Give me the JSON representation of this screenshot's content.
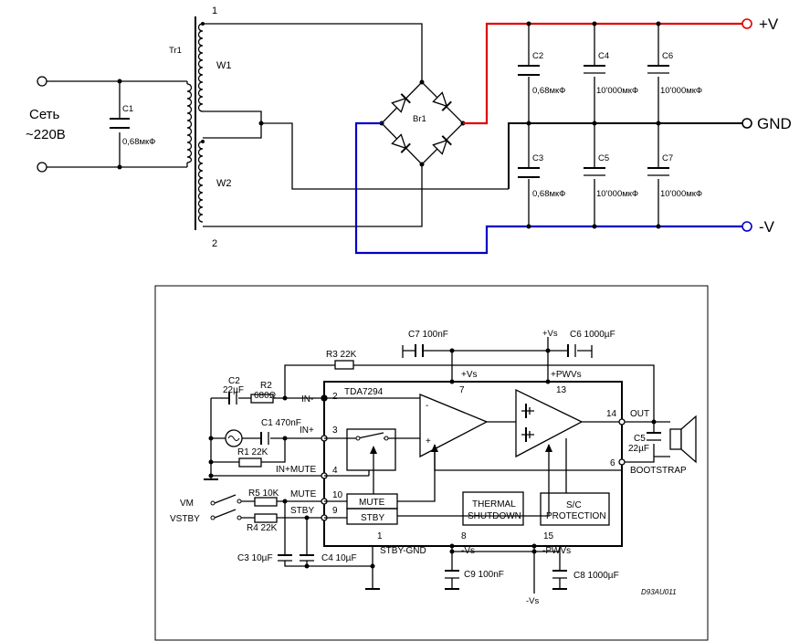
{
  "colors": {
    "wire": "#000000",
    "positive_rail": "#e00000",
    "negative_rail": "#0000c8",
    "terminal": "#e00000",
    "background": "#ffffff"
  },
  "psu": {
    "mains_label": "Сеть",
    "mains_voltage": "~220В",
    "c1": {
      "name": "C1",
      "value": "0,68мкФ"
    },
    "transformer": {
      "name": "Tr1",
      "pin1": "1",
      "pin2": "2",
      "w1": "W1",
      "w2": "W2"
    },
    "bridge": "Br1",
    "caps": [
      {
        "name": "C2",
        "value": "0,68мкФ"
      },
      {
        "name": "C3",
        "value": "0,68мкФ"
      },
      {
        "name": "C4",
        "value": "10'000мкФ"
      },
      {
        "name": "C5",
        "value": "10'000мкФ"
      },
      {
        "name": "C6",
        "value": "10'000мкФ"
      },
      {
        "name": "C7",
        "value": "10'000мкФ"
      }
    ],
    "outputs": {
      "plus": "+V",
      "gnd": "GND",
      "minus": "-V"
    }
  },
  "amp": {
    "chip": "TDA7294",
    "c7": "C7 100nF",
    "vs_plus": "+Vs",
    "c6": "C6 1000µF",
    "r3": "R3 22K",
    "c2": {
      "name": "C2",
      "value": "22µF"
    },
    "r2": {
      "name": "R2",
      "value": "680Ω"
    },
    "c1": "C1 470nF",
    "r1": "R1 22K",
    "pins": {
      "in_minus": "IN-",
      "in_plus": "IN+",
      "in_mute": "IN+MUTE",
      "mute": "MUTE",
      "stby": "STBY",
      "stby_gnd": "STBY-GND",
      "out": "OUT",
      "bootstrap": "BOOTSTRAP",
      "vs_plus_pin": "+Vs",
      "pwvs_plus": "+PWVs",
      "vs_minus_pin": "-Vs",
      "pwvs_minus": "-PWVs"
    },
    "pin_numbers": {
      "p2": "2",
      "p3": "3",
      "p4": "4",
      "p10": "10",
      "p9": "9",
      "p1": "1",
      "p7": "7",
      "p13": "13",
      "p14": "14",
      "p6": "6",
      "p8": "8",
      "p15": "15"
    },
    "blocks": {
      "mute": "MUTE",
      "stby": "STBY",
      "thermal_1": "THERMAL",
      "thermal_2": "SHUTDOWN",
      "sc_1": "S/C",
      "sc_2": "PROTECTION"
    },
    "vm": "VM",
    "vstby": "VSTBY",
    "r5": "R5 10K",
    "r4": "R4 22K",
    "c3": "C3 10µF",
    "c4": "C4 10µF",
    "c5": {
      "name": "C5",
      "value": "22µF"
    },
    "c9": "C9 100nF",
    "c8": "C8 1000µF",
    "vs_minus_bottom": "-Vs",
    "code": "D93AU011",
    "opamp_minus": "-",
    "opamp_plus": "+"
  }
}
